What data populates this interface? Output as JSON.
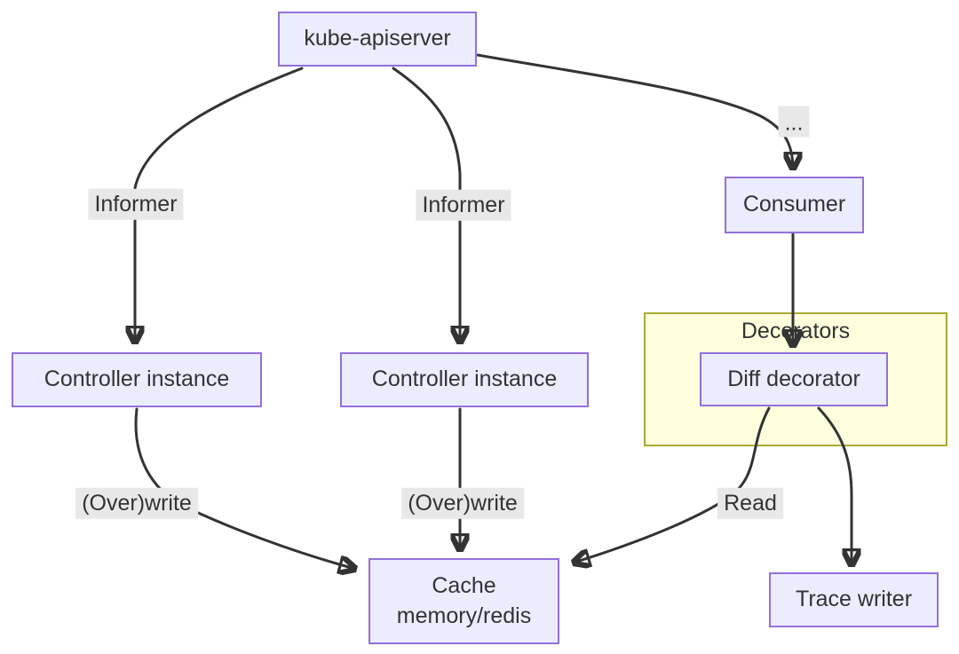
{
  "diagram_type": "flowchart",
  "colors": {
    "node_fill": "#ECECFF",
    "node_border": "#9370DB",
    "cluster_fill": "#FFFFDE",
    "cluster_border": "#AAAA33",
    "edge": "#333333",
    "edge_label_bg": "#E8E8E8",
    "text": "#333333",
    "background": "#FFFFFF"
  },
  "nodes": {
    "kube_apiserver": {
      "label": "kube-apiserver"
    },
    "consumer": {
      "label": "Consumer"
    },
    "controller_left": {
      "label": "Controller instance"
    },
    "controller_mid": {
      "label": "Controller instance"
    },
    "diff_decorator": {
      "label": "Diff decorator"
    },
    "cache": {
      "line1": "Cache",
      "line2": "memory/redis"
    },
    "trace_writer": {
      "label": "Trace writer"
    }
  },
  "cluster": {
    "label": "Decorators"
  },
  "edge_labels": {
    "informer_left": "Informer",
    "informer_mid": "Informer",
    "ellipsis": "...",
    "overwrite_left": "(Over)write",
    "overwrite_mid": "(Over)write",
    "read": "Read"
  },
  "edges": [
    {
      "from": "kube-apiserver",
      "to": "Controller instance (left)",
      "label": "Informer"
    },
    {
      "from": "kube-apiserver",
      "to": "Controller instance (middle)",
      "label": "Informer"
    },
    {
      "from": "kube-apiserver",
      "to": "Consumer",
      "label": "..."
    },
    {
      "from": "Consumer",
      "to": "Diff decorator",
      "label": ""
    },
    {
      "from": "Controller instance (left)",
      "to": "Cache memory/redis",
      "label": "(Over)write"
    },
    {
      "from": "Controller instance (middle)",
      "to": "Cache memory/redis",
      "label": "(Over)write"
    },
    {
      "from": "Diff decorator",
      "to": "Cache memory/redis",
      "label": "Read"
    },
    {
      "from": "Diff decorator",
      "to": "Trace writer",
      "label": ""
    }
  ]
}
